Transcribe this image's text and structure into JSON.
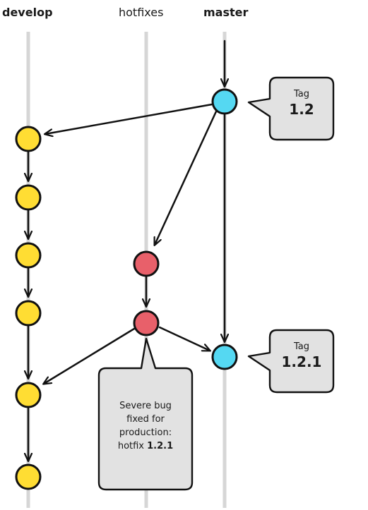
{
  "lanes": {
    "develop": "develop",
    "hotfixes": "hotfixes",
    "master": "master"
  },
  "tags": [
    {
      "label": "Tag",
      "value": "1.2"
    },
    {
      "label": "Tag",
      "value": "1.2.1"
    }
  ],
  "note": {
    "line1": "Severe bug",
    "line2": "fixed for",
    "line3": "production:",
    "line4_prefix": "hotfix ",
    "line4_version": "1.2.1"
  },
  "colors": {
    "develop_commit": "#ffdd33",
    "hotfix_commit": "#e8606a",
    "master_commit": "#55d8f2",
    "lane_line": "#d6d6d6",
    "callout_fill": "#e2e2e2",
    "stroke": "#111111"
  }
}
